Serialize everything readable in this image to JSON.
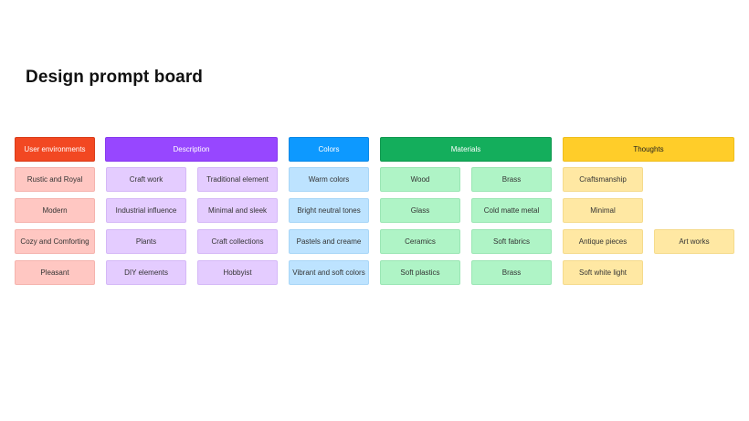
{
  "board": {
    "title": "Design prompt board"
  },
  "headers": {
    "user_environments": "User environments",
    "description": "Description",
    "colors": "Colors",
    "materials": "Materials",
    "thoughts": "Thoughts"
  },
  "user_environments": [
    "Rustic and Royal",
    "Modern",
    "Cozy and Comforting",
    "Pleasant"
  ],
  "description_left": [
    "Craft work",
    "Industrial influence",
    "Plants",
    "DIY elements"
  ],
  "description_right": [
    "Traditional element",
    "Minimal and sleek",
    "Craft collections",
    "Hobbyist"
  ],
  "colors": [
    "Warm colors",
    "Bright neutral tones",
    "Pastels and creame",
    "Vibrant and soft colors"
  ],
  "materials_left": [
    "Wood",
    "Glass",
    "Ceramics",
    "Soft plastics"
  ],
  "materials_right": [
    "Brass",
    "Cold matte metal",
    "Soft fabrics",
    "Brass"
  ],
  "thoughts_left": [
    "Craftsmanship",
    "Minimal",
    "Antique pieces",
    "Soft white light"
  ],
  "thoughts_right": [
    "Art works"
  ],
  "palette": {
    "user_environments": "#f24822",
    "description": "#9747ff",
    "colors": "#0d99ff",
    "materials": "#14ae5c",
    "thoughts": "#ffcd29"
  }
}
